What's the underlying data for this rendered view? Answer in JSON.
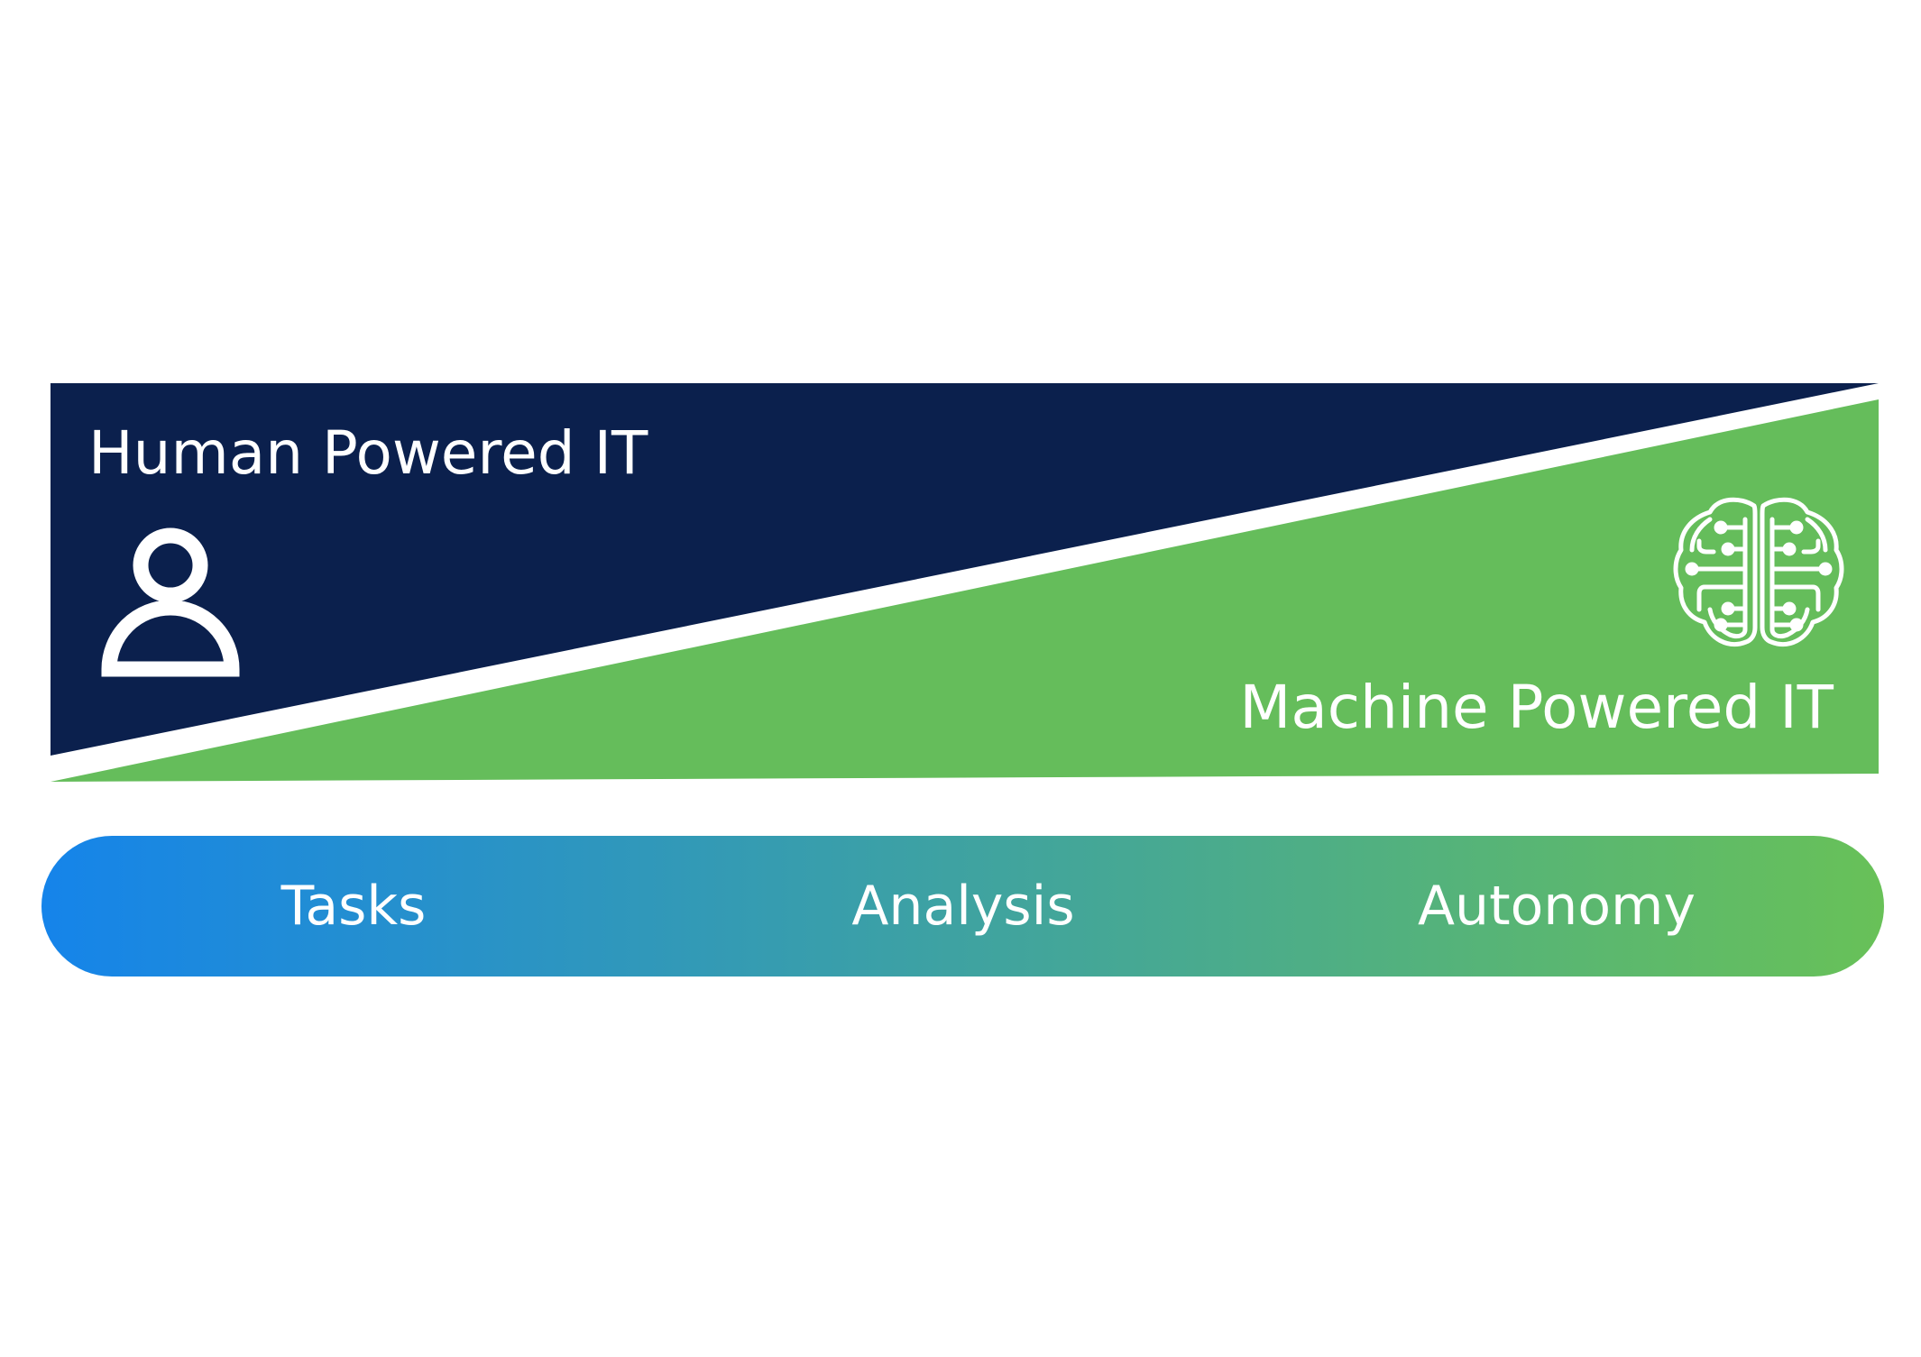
{
  "diagram": {
    "human_label": "Human Powered IT",
    "machine_label": "Machine Powered IT",
    "human_icon": "person-icon",
    "machine_icon": "circuit-brain-icon",
    "stages": [
      "Tasks",
      "Analysis",
      "Autonomy"
    ],
    "colors": {
      "human_region": "#0b204d",
      "machine_region": "#65bd5b",
      "bar_gradient_start": "#1584ea",
      "bar_gradient_end": "#68c158",
      "text": "#ffffff"
    }
  }
}
